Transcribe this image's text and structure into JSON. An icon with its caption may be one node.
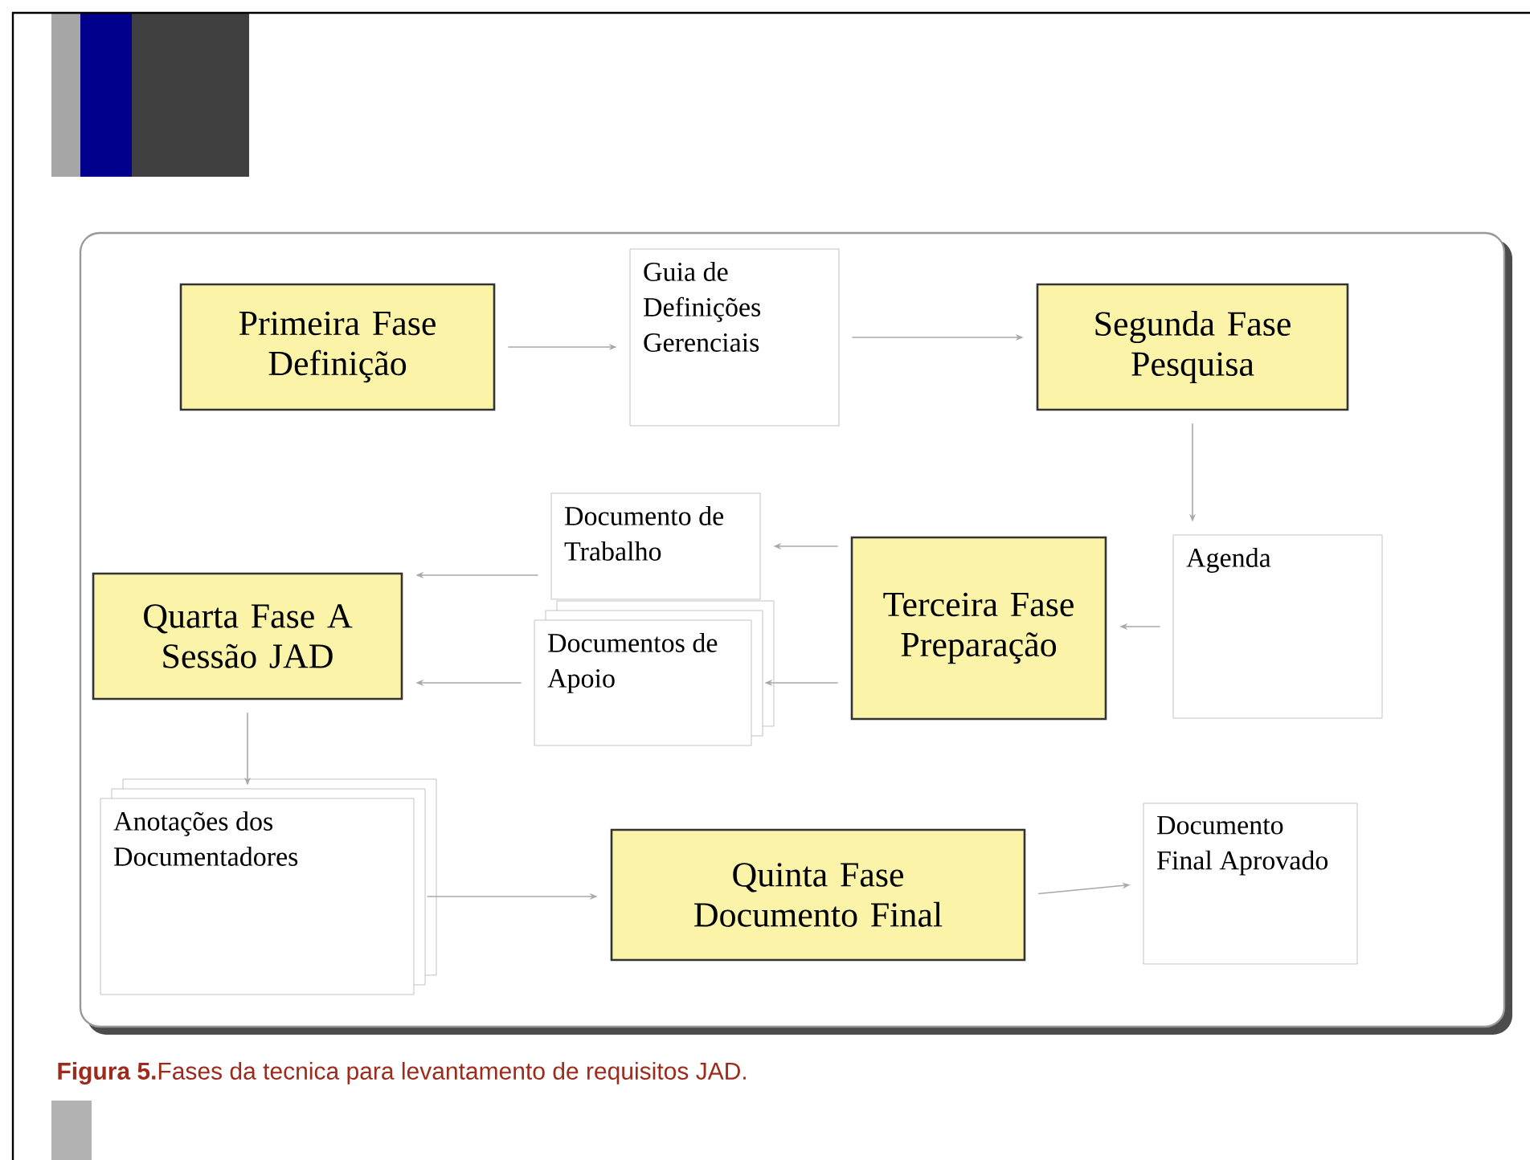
{
  "diagram": {
    "caption": "**Figura 5.**Fases da tecnica para levantamento de requisitos JAD.",
    "nodes": [
      {
        "text": [
          "Primeira Fase Definição"
        ]
      },
      {
        "text": [
          "Guia de Definições Gerenciais"
        ]
      },
      {
        "text": [
          "Segunda Fase Pesquisa"
        ]
      },
      {
        "text": [
          "Documento de Trabalho"
        ]
      },
      {
        "text": [
          "Terceira Fase Preparação"
        ]
      },
      {
        "text": [
          "Agenda"
        ]
      },
      {
        "text": [
          "Quarta Fase A Sessão JAD"
        ]
      },
      {
        "text": [
          "Documentos de Apoio"
        ]
      },
      {
        "text": [
          "Anotações dos Documentadores"
        ]
      },
      {
        "text": [
          "Quinta Fase Documento Final"
        ]
      },
      {
        "text": [
          "Documento Final Aprovado"
        ]
      }
    ],
    "edges": [
      {
        "from": 0,
        "to": 1,
        "arrow": "to"
      },
      {
        "from": 1,
        "to": 2,
        "arrow": "to"
      },
      {
        "from": 2,
        "to": 5,
        "arrow": "to"
      },
      {
        "from": 5,
        "to": 4,
        "arrow": "to"
      },
      {
        "from": 4,
        "to": 3,
        "arrow": "to"
      },
      {
        "from": 4,
        "to": 7,
        "arrow": "to"
      },
      {
        "from": 3,
        "to": 6,
        "arrow": "to"
      },
      {
        "from": 7,
        "to": 6,
        "arrow": "to"
      },
      {
        "from": 6,
        "to": 8,
        "arrow": "to"
      },
      {
        "from": 8,
        "to": 9,
        "arrow": "to"
      },
      {
        "from": 9,
        "to": 10,
        "arrow": "to"
      }
    ]
  }
}
